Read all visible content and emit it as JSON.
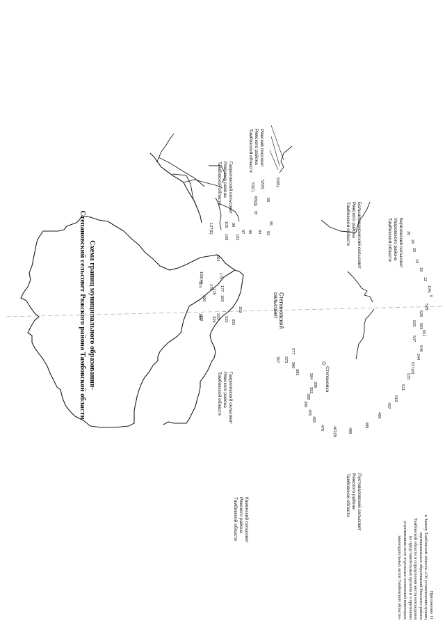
{
  "appendix": [
    "Приложение 11",
    "к Закону Тамбовской области «Об установлении границ",
    "муниципальных образований Ряжского района",
    "Тамбовской области и определении места нахождения",
    "их представительных органов и о признании",
    "утратившими силу отдельных положений некоторых",
    "законодательных актов Тамбовской области»"
  ],
  "title_line1": "Схема границ муниципального образования-",
  "title_line2": "Степановский сельсовет Ряжского района Тамбовской области",
  "regions": {
    "ryazhsk": [
      "Ряжский поссовет",
      "Ряжского района",
      "Тамбовской области"
    ],
    "gavrilovsky_top": [
      "Гавриловский сельсовет",
      "Ряжского района",
      "Тамбовской области"
    ],
    "bolsherzhaksinsky": [
      "Большержаксинский сельсовет",
      "Ряжского района",
      "Тамбовской области"
    ],
    "gavrilovsky_left": [
      "Гавриловский сельсовет",
      "Ряжского района",
      "Тамбовской области"
    ],
    "stepanovsky": [
      "Степановский",
      "сельсовет"
    ],
    "kamensky": [
      "Каменский сельсовет",
      "Ряжского района",
      "Тамбовской области"
    ],
    "pustovalovsky": [
      "Пустоваловский сельсовет",
      "Ряжского района",
      "Тамбовской области"
    ],
    "bereznyaki": [
      "Берёзовский сельсовет",
      "Уваровского района",
      "Тамбовской области"
    ]
  },
  "village": "Степановка",
  "points": [
    "50(Б)",
    "52(В)",
    "53(Г)",
    "56",
    "68(Д)",
    "78",
    "85",
    "92",
    "94",
    "96",
    "97",
    "99",
    "102",
    "106",
    "108",
    "127(Е)",
    "164",
    "169(Ж)",
    "175",
    "174",
    "176",
    "177",
    "178",
    "190",
    "163",
    "318",
    "322",
    "323",
    "325",
    "329",
    "332",
    "359",
    "367",
    "373",
    "377",
    "380",
    "383",
    "384",
    "386",
    "392",
    "388",
    "396",
    "455",
    "465",
    "476",
    "462(З)",
    "489",
    "488",
    "486",
    "497",
    "519",
    "521",
    "535",
    "537(И)",
    "544",
    "546",
    "547",
    "551",
    "555",
    "525",
    "526",
    "528",
    "5",
    "1(А)",
    "12",
    "18",
    "19",
    "20",
    "26",
    "30"
  ],
  "colors": {
    "ink": "#1a1a1a",
    "scan_gray": "#9a9a9a"
  }
}
